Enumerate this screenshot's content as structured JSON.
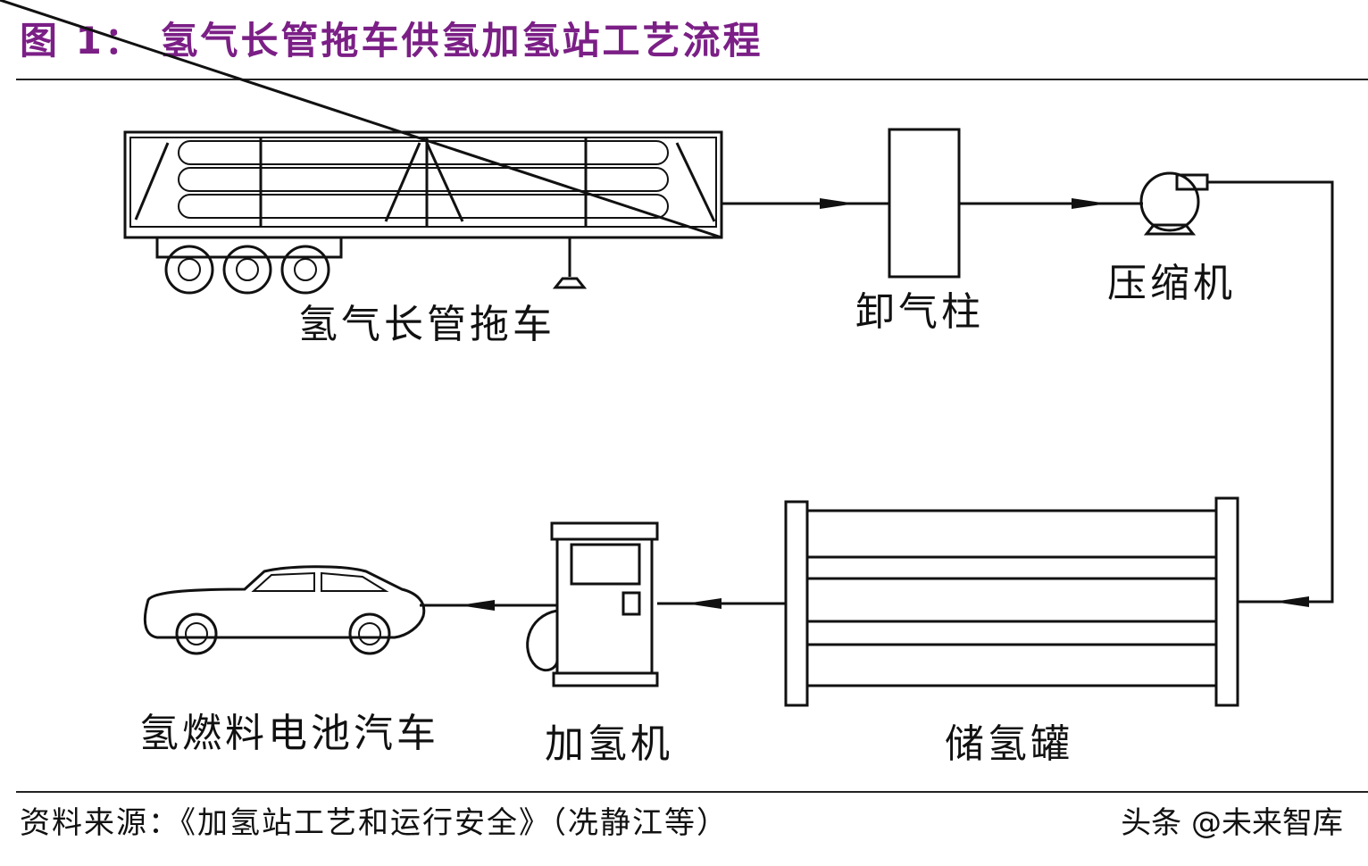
{
  "title": "图 1： 氢气长管拖车供氢加氢站工艺流程",
  "labels": {
    "trailer": "氢气长管拖车",
    "unloading_post": "卸气柱",
    "compressor": "压缩机",
    "storage_tank": "储氢罐",
    "dispenser": "加氢机",
    "fcv": "氢燃料电池汽车"
  },
  "source": "资料来源：《加氢站工艺和运行安全》（冼静江等）",
  "watermark": "头条 @未来智库",
  "colors": {
    "title": "#7b1f86",
    "line": "#111111"
  }
}
